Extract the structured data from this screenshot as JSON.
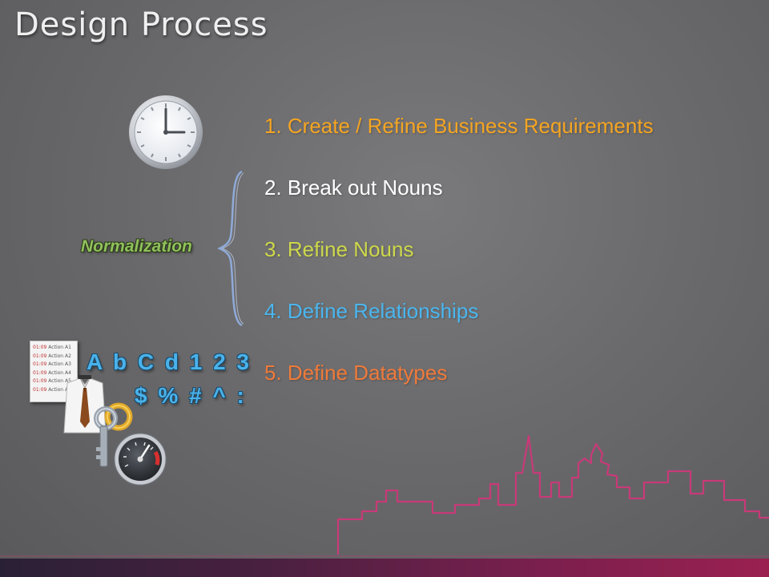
{
  "slide": {
    "title": "Design Process",
    "bracket_label": "Normalization",
    "steps": [
      {
        "text": "1. Create / Refine Business Requirements",
        "color": "#f5a522"
      },
      {
        "text": "2. Break out Nouns",
        "color": "#ffffff"
      },
      {
        "text": "3. Refine Nouns",
        "color": "#cdd84a"
      },
      {
        "text": "4. Define Relationships",
        "color": "#4ab6ee"
      },
      {
        "text": "5. Define Datatypes",
        "color": "#f07a3a"
      }
    ],
    "datatype_sample": {
      "line1": "A b C d 1 2 3",
      "line2": "$ % # ^ :"
    },
    "log_rows": [
      {
        "time": "01:09",
        "action": "Action A1"
      },
      {
        "time": "01:09",
        "action": "Action A2"
      },
      {
        "time": "01:09",
        "action": "Action A3"
      },
      {
        "time": "01:09",
        "action": "Action A4"
      },
      {
        "time": "01:09",
        "action": "Action A5"
      },
      {
        "time": "01:09",
        "action": "Action A6"
      }
    ]
  },
  "icons": [
    "clock-icon",
    "activity-log-icon",
    "shirt-icon",
    "keys-icon",
    "speedometer-icon",
    "skyline-icon"
  ],
  "colors": {
    "accent_magenta": "#c83a78",
    "bracket": "#8faad8",
    "label_green": "#8fc15b",
    "datatype_blue": "#4ab2ea"
  }
}
